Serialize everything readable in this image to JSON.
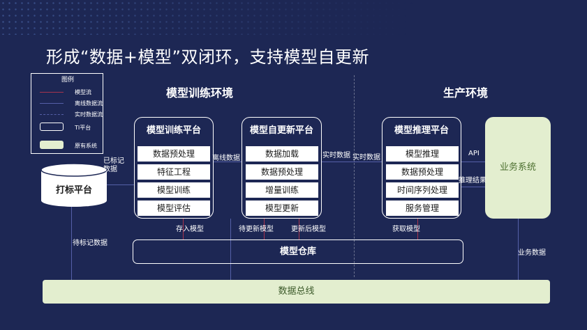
{
  "title": "形成“数据+模型”双闭环，支持模型自更新",
  "legend": {
    "title": "图例",
    "items": [
      "模型流",
      "离线数据流",
      "实时数据流",
      "TI平台",
      "原有系统"
    ]
  },
  "colors": {
    "background": "#1d2754",
    "original_system": "#e3eecf",
    "model_flow": "#a8354e",
    "data_flow": "#5560a8"
  },
  "sections": {
    "training_env": "模型训练环境",
    "production_env": "生产环境"
  },
  "labeling_platform": "打标平台",
  "platforms": [
    {
      "title": "模型训练平台",
      "items": [
        "数据预处理",
        "特征工程",
        "模型训练",
        "模型评估"
      ]
    },
    {
      "title": "模型自更新平台",
      "items": [
        "数据加载",
        "数据预处理",
        "增量训练",
        "模型更新"
      ]
    },
    {
      "title": "模型推理平台",
      "items": [
        "模型推理",
        "数据预处理",
        "时间序列处理",
        "服务管理"
      ]
    }
  ],
  "business_system": "业务系统",
  "model_warehouse": "模型仓库",
  "data_bus": "数据总线",
  "labels": {
    "labeled_data": "已标记\n数据",
    "offline_data": "离线数据",
    "realtime_data_1": "实时数据",
    "realtime_data_2": "实时数据",
    "api": "API",
    "inference_result": "推理结果",
    "store_model": "存入模型",
    "model_to_update": "待更新模型",
    "updated_model": "更新后模型",
    "fetch_model": "获取模型",
    "to_label_data": "待标记数据",
    "business_data": "业务数据"
  }
}
